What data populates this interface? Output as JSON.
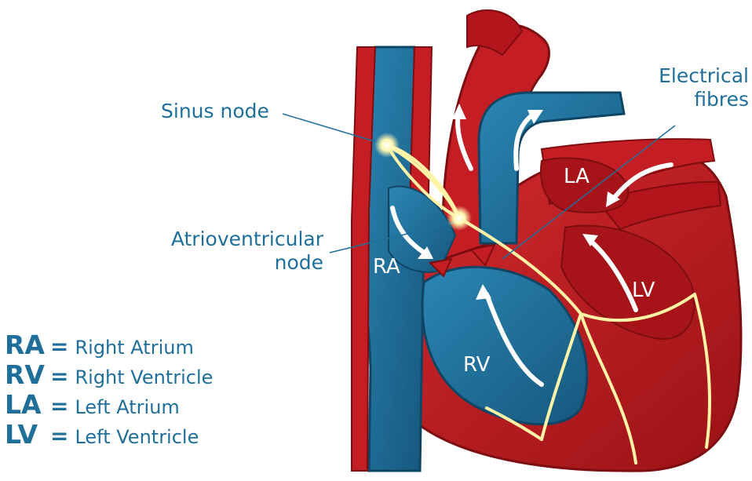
{
  "labels": {
    "sinus_node": "Sinus node",
    "electrical_fibres": [
      "Electrical",
      "fibres"
    ],
    "av_node": [
      "Atrioventricular",
      "node"
    ]
  },
  "chambers": {
    "ra": "RA",
    "rv": "RV",
    "la": "LA",
    "lv": "LV"
  },
  "legend": [
    {
      "abbr": "RA",
      "eq": "=",
      "meaning": "Right Atrium"
    },
    {
      "abbr": "RV",
      "eq": "=",
      "meaning": "Right Ventricle"
    },
    {
      "abbr": "LA",
      "eq": "=",
      "meaning": "Left Atrium"
    },
    {
      "abbr": "LV",
      "eq": "=",
      "meaning": "Left Ventricle"
    }
  ],
  "colors": {
    "label_text": "#1f6f9a",
    "deoxygenated_blood": "#1f6f9a",
    "oxygenated_blood": "#b3151c",
    "heart_wall": "#c41e24",
    "electrical_fibre": "#fff3a8"
  }
}
